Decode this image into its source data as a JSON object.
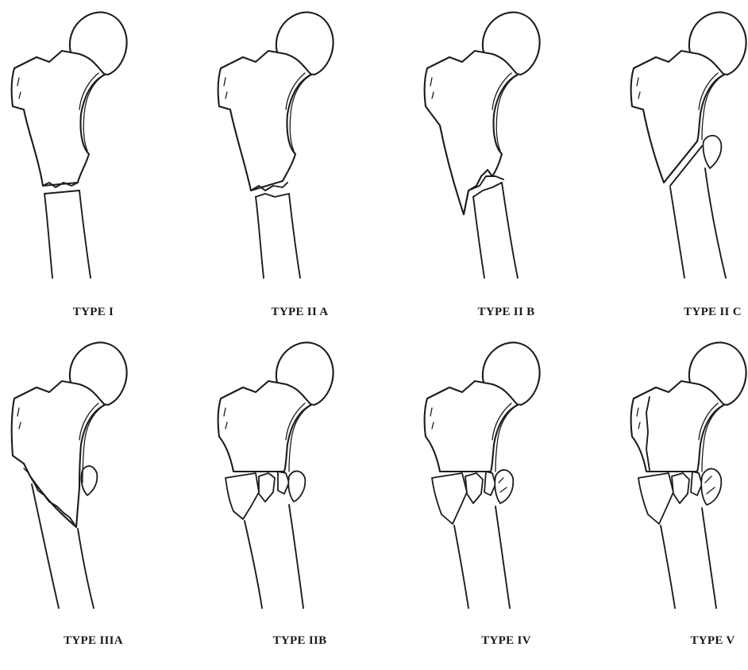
{
  "figure": {
    "panels": [
      {
        "label": "TYPE I"
      },
      {
        "label": "TYPE II A"
      },
      {
        "label": "TYPE II B"
      },
      {
        "label": "TYPE II C"
      },
      {
        "label": "TYPE IIIA"
      },
      {
        "label": "TYPE IIB"
      },
      {
        "label": "TYPE IV"
      },
      {
        "label": "TYPE V"
      }
    ]
  }
}
